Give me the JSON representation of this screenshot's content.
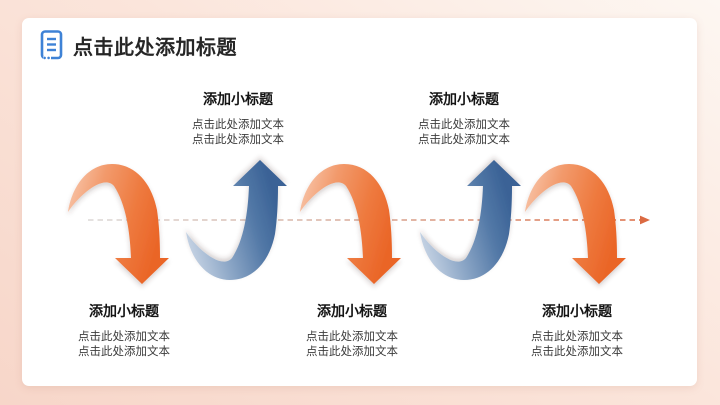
{
  "slide": {
    "title": "点击此处添加标题",
    "title_icon": "document-lines-icon"
  },
  "colors": {
    "frame_background_light": "#fdf7f2",
    "frame_background_deep": "#f7d6c9",
    "card_background": "#ffffff",
    "title_text": "#262626",
    "heading_text": "#141414",
    "body_text": "#3c3c3c",
    "icon_blue": "#3e82d6",
    "arrow_down_orange": "#ec6b2f",
    "arrow_down_orange_light": "#f9cdb5",
    "arrow_up_blue": "#3d689b",
    "arrow_up_blue_light": "#d6e0ec",
    "axis_line_gray": "#d6d2d0",
    "axis_line_orange": "#db6a42"
  },
  "diagram": {
    "top_groups": [
      {
        "heading": "添加小标题",
        "lines": [
          "点击此处添加文本",
          "点击此处添加文本"
        ]
      },
      {
        "heading": "添加小标题",
        "lines": [
          "点击此处添加文本",
          "点击此处添加文本"
        ]
      }
    ],
    "bottom_groups": [
      {
        "heading": "添加小标题",
        "lines": [
          "点击此处添加文本",
          "点击此处添加文本"
        ]
      },
      {
        "heading": "添加小标题",
        "lines": [
          "点击此处添加文本",
          "点击此处添加文本"
        ]
      },
      {
        "heading": "添加小标题",
        "lines": [
          "点击此处添加文本",
          "点击此处添加文本"
        ]
      }
    ],
    "arrow_sequence": [
      "down",
      "up",
      "down",
      "up",
      "down"
    ],
    "axis": {
      "style": "dashed",
      "direction": "right-arrow"
    }
  }
}
